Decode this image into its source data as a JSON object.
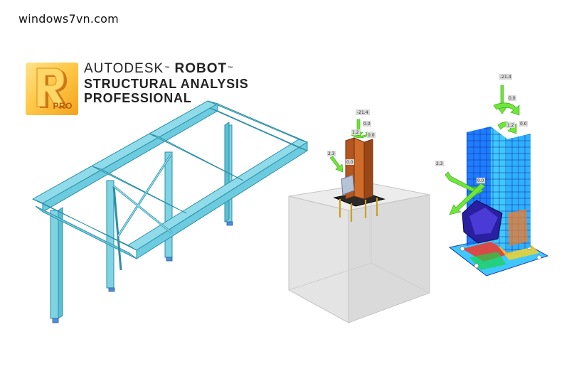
{
  "watermark": "windows7vn.com",
  "logo": {
    "letter": "R",
    "badge": "PRO",
    "colors": {
      "gold_light": "#ffe28a",
      "gold": "#ffc94a",
      "gold_dark": "#f2a31c",
      "letter": "#c46a12"
    }
  },
  "brand": {
    "company": "AUTODESK",
    "product_word": "ROBOT",
    "line2": "STRUCTURAL ANALYSIS",
    "line3": "PROFESSIONAL"
  },
  "frame_model": {
    "color": "#7fd3e3",
    "edge": "#2d8fa6"
  },
  "connection_model": {
    "labels": [
      "-21.4",
      "0.0",
      "1.2",
      "0.0",
      "2.3",
      "0.0"
    ],
    "colors": {
      "column": "#b4561f",
      "block": "#e9e9e9",
      "arrow": "#6ee63a",
      "bolt": "#c9a020"
    }
  },
  "stress_model": {
    "labels": [
      "-21.4",
      "0.0",
      "1.2",
      "0.0",
      "2.3",
      "0.0"
    ],
    "colors": {
      "low": "#1e3cff",
      "mid": "#3fc8ff",
      "high": "#ff2a1a",
      "arrow": "#6ee63a"
    }
  }
}
